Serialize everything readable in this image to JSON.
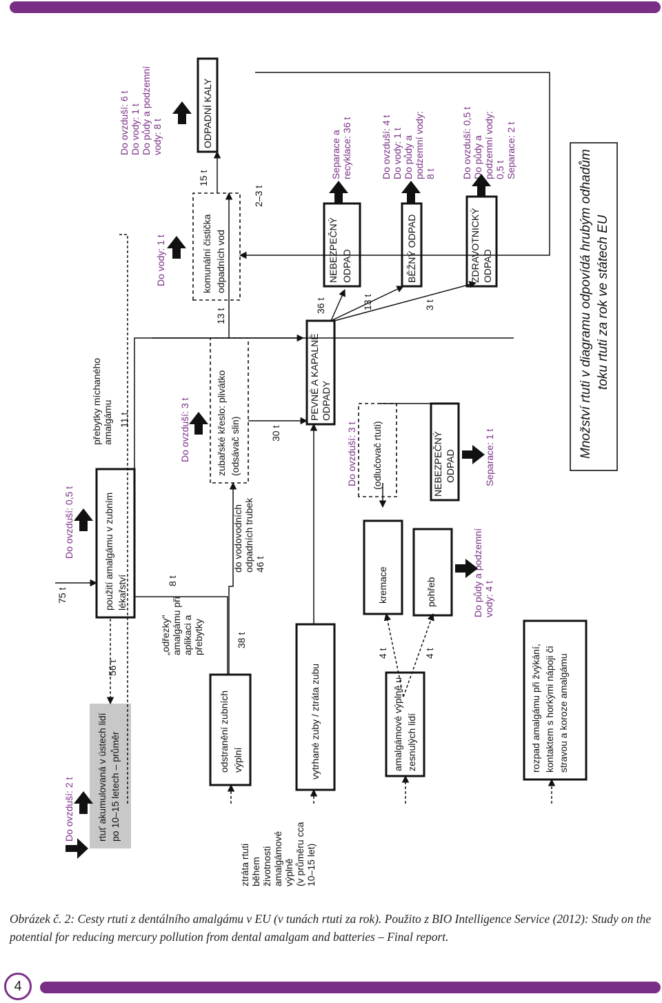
{
  "page_number": "4",
  "caption": {
    "line1": "Obrázek č. 2: Cesty rtuti z dentálního amalgámu v EU (v tunách rtuti za rok). Použito z BIO Intelligence Service (2012): Study on the",
    "line2": "potential for reducing mercury pollution from dental amalgam and batteries – Final report."
  },
  "colors": {
    "accent": "#7a2f87"
  },
  "diagram": {
    "nodes": {
      "accumulated": [
        "rtuť akumulovaná  v ústech lidí",
        "po 10–15 letech – průměr"
      ],
      "use": [
        "použití amalgámu v zubním",
        "lékařství"
      ],
      "removal": [
        "odstranění zubních",
        "výplní"
      ],
      "extracted": [
        "vytrhané zuby / ztráta zubu"
      ],
      "deceased": [
        "amalgámové výplně u",
        "zesnulých lidí"
      ],
      "decay": [
        "rozpad amalgámu při žvýkání,",
        "kontaktem s horkými nápoji či",
        "stravou a koroze amalgámu"
      ],
      "chair": [
        "zubařské křeslo: plivátko",
        "(odsávač slin)"
      ],
      "cremation": [
        "kremace"
      ],
      "burial": [
        "pohřeb"
      ],
      "separator": [
        "(odlučovač rtuti)"
      ],
      "haz1": [
        "NEBEZPEČNÝ",
        "ODPAD"
      ],
      "solid": [
        "PEVNÉ A KAPALNÉ",
        "ODPADY"
      ],
      "plant": [
        "komunální čistička",
        "odpadních vod"
      ],
      "sludge": [
        "ODPADNÍ KALY"
      ],
      "haz2": [
        "NEBEZPEČNÝ",
        "ODPAD"
      ],
      "common": [
        "BĚŽNÝ ODPAD"
      ],
      "medical": [
        "ZDRAVOTNICKÝ",
        "ODPAD"
      ]
    },
    "labels": {
      "in75": "75 t",
      "f56": "56 t",
      "f38": "38 t",
      "f8": "8 t",
      "f46": "46 t",
      "f11": "11 t",
      "f30": "30 t",
      "f13a": "13 t",
      "f15": "15 t",
      "f23": "2–3 t",
      "f36": "36 t",
      "f13b": "13 t",
      "f3": "3 t",
      "f4a": "4 t",
      "f4b": "4 t",
      "trimmings": [
        "„odřezky\"",
        "amalgámu při",
        "aplikaci a",
        "přebytky"
      ],
      "drain": [
        "do vodovodních",
        "odpadních trubek",
        "46 t"
      ],
      "surplus": [
        "přebytky míchaného",
        "amalgámu"
      ],
      "lifetime": [
        "ztráta rtuti",
        "během",
        "životnosti",
        "amalgámové",
        "výplně",
        "(v průměru cca",
        "10–15 let)"
      ],
      "legend": [
        "Množství rtuti v diagramu odpovídá hrubým odhadům",
        "toku rtuti za rok ve státech EU"
      ]
    },
    "emissions": {
      "acc": [
        "Do ovzduší: 2 t"
      ],
      "use": [
        "Do ovzduší: 0,5 t"
      ],
      "chair": [
        "Do ovzduší: 3 t"
      ],
      "plant": [
        "Do vody: 1 t"
      ],
      "sludge": [
        "Do ovzduší: 6 t",
        "Do vody: 1 t",
        "Do půdy a podzemní",
        "vody: 8 t"
      ],
      "separator": [
        "Do ovzduší: 3 t"
      ],
      "haz1": [
        "Separace: 1 t"
      ],
      "burial": [
        "Do půdy a podzemní",
        "vody: 4 t"
      ],
      "haz2": [
        "Separace a",
        "recyklace: 36 t"
      ],
      "common": [
        "Do ovzduší: 4 t",
        "Do vody: 1 t",
        "Do půdy a",
        "podzemní vody:",
        "8 t"
      ],
      "medical": [
        "Do ovzduší: 0,5 t",
        "Do půdy a",
        "podzemní vody:",
        "0,5 t",
        "Separace: 2 t"
      ]
    }
  }
}
